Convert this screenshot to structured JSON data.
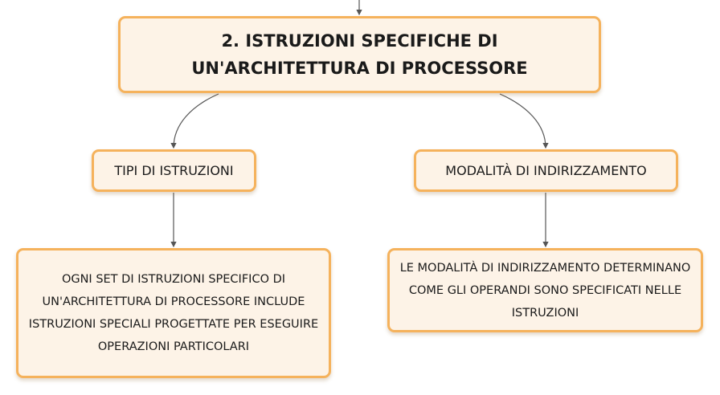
{
  "colors": {
    "node_fill": "#fdf3e7",
    "node_border": "#f5b25c",
    "connector": "#555555"
  },
  "nodes": {
    "root": {
      "text": "2. ISTRUZIONI SPECIFICHE DI UN'ARCHITETTURA DI PROCESSORE"
    },
    "tipi": {
      "text": "TIPI DI ISTRUZIONI"
    },
    "modalita": {
      "text": "MODALITÀ DI INDIRIZZAMENTO"
    },
    "ogni": {
      "text": "OGNI SET DI ISTRUZIONI SPECIFICO DI UN'ARCHITETTURA DI PROCESSORE INCLUDE ISTRUZIONI SPECIALI PROGETTATE PER ESEGUIRE OPERAZIONI PARTICOLARI"
    },
    "le": {
      "text": "LE MODALITÀ DI INDIRIZZAMENTO DETERMINANO COME GLI OPERANDI SONO SPECIFICATI NELLE ISTRUZIONI"
    }
  }
}
